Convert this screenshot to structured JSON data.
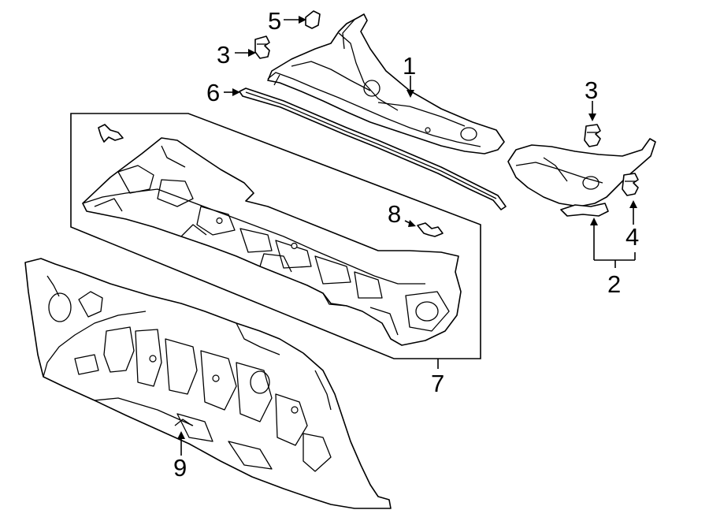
{
  "diagram": {
    "callouts": [
      {
        "id": "c1",
        "label": "1"
      },
      {
        "id": "c2",
        "label": "2"
      },
      {
        "id": "c3a",
        "label": "3"
      },
      {
        "id": "c3b",
        "label": "3"
      },
      {
        "id": "c4",
        "label": "4"
      },
      {
        "id": "c5",
        "label": "5"
      },
      {
        "id": "c6",
        "label": "6"
      },
      {
        "id": "c7",
        "label": "7"
      },
      {
        "id": "c8",
        "label": "8"
      },
      {
        "id": "c9",
        "label": "9"
      }
    ]
  }
}
